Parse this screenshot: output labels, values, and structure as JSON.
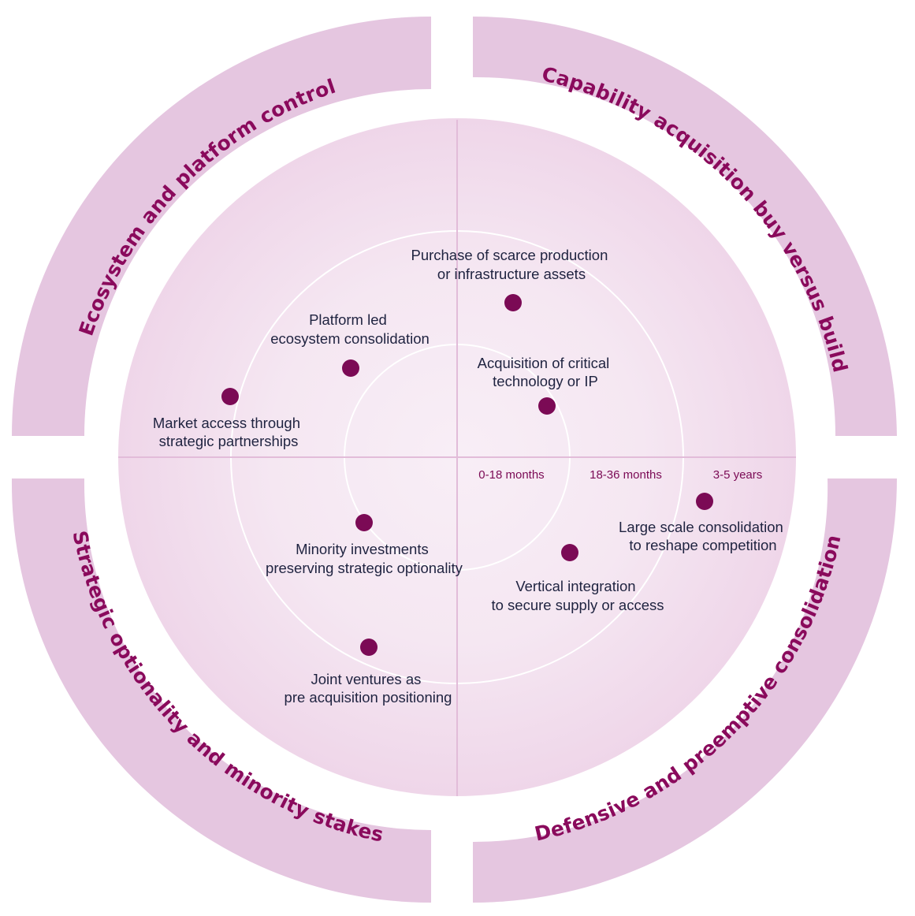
{
  "quadrants": {
    "top_left": "Ecosystem and platform control",
    "top_right": "Capability acquisition buy versus build",
    "bottom_left": "Strategic optionality and minority stakes",
    "bottom_right": "Defensive and preemptive consolidation"
  },
  "rings": {
    "inner": "0-18 months",
    "middle": "18-36 months",
    "outer": "3-5 years"
  },
  "items": [
    {
      "id": "purchase-scarce-assets",
      "line1": "Purchase of scarce production",
      "line2": "or infrastructure assets"
    },
    {
      "id": "platform-led-consolidation",
      "line1": "Platform led",
      "line2": "ecosystem consolidation"
    },
    {
      "id": "acquisition-critical-tech",
      "line1": "Acquisition of critical",
      "line2": "technology or IP"
    },
    {
      "id": "market-access-partnerships",
      "line1": "Market access through",
      "line2": "strategic partnerships"
    },
    {
      "id": "large-scale-consolidation",
      "line1": "Large scale consolidation",
      "line2": "to reshape competition"
    },
    {
      "id": "minority-investments",
      "line1": "Minority investments",
      "line2": "preserving strategic optionality"
    },
    {
      "id": "vertical-integration",
      "line1": "Vertical integration",
      "line2": "to secure supply or access"
    },
    {
      "id": "joint-ventures",
      "line1": "Joint ventures as",
      "line2": "pre acquisition positioning"
    }
  ],
  "colors": {
    "band": "#e5c6e0",
    "disc_outer": "#efd8ea",
    "disc_inner": "#f8eef6",
    "marker": "#7b0a55",
    "quadrant_text": "#8a0a5c",
    "item_text": "#1f2340"
  }
}
